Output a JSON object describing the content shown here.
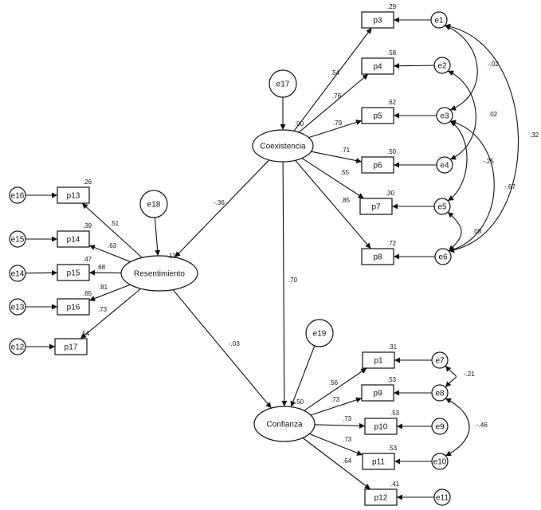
{
  "latent": [
    {
      "id": "Coexistencia",
      "label": "Coexistencia",
      "r2": ".00"
    },
    {
      "id": "Resentimiento",
      "label": "Resentimiento",
      "r2": ".13"
    },
    {
      "id": "Confianza",
      "label": "Confianza",
      "r2": ".50"
    }
  ],
  "observed": [
    {
      "id": "p3",
      "label": "p3",
      "r2": ".29"
    },
    {
      "id": "p4",
      "label": "p4",
      "r2": ".58"
    },
    {
      "id": "p5",
      "label": "p5",
      "r2": ".62"
    },
    {
      "id": "p6",
      "label": "p6",
      "r2": ".50"
    },
    {
      "id": "p7",
      "label": "p7",
      "r2": ".30"
    },
    {
      "id": "p8",
      "label": "p8",
      "r2": ".72"
    },
    {
      "id": "p13",
      "label": "p13",
      "r2": ".26"
    },
    {
      "id": "p14",
      "label": "p14",
      "r2": ".39"
    },
    {
      "id": "p15",
      "label": "p15",
      "r2": ".47"
    },
    {
      "id": "p16",
      "label": "p16",
      "r2": ".65"
    },
    {
      "id": "p17",
      "label": "p17",
      "r2": ".54"
    },
    {
      "id": "p1",
      "label": "p1",
      "r2": ".31"
    },
    {
      "id": "p9",
      "label": "p9",
      "r2": ".53"
    },
    {
      "id": "p10",
      "label": "p10",
      "r2": ".53"
    },
    {
      "id": "p11",
      "label": "p11",
      "r2": ".53"
    },
    {
      "id": "p12",
      "label": "p12",
      "r2": ".41"
    }
  ],
  "errors": [
    {
      "id": "e1",
      "label": "e1",
      "to": "p3"
    },
    {
      "id": "e2",
      "label": "e2",
      "to": "p4"
    },
    {
      "id": "e3",
      "label": "e3",
      "to": "p5"
    },
    {
      "id": "e4",
      "label": "e4",
      "to": "p6"
    },
    {
      "id": "e5",
      "label": "e5",
      "to": "p7"
    },
    {
      "id": "e6",
      "label": "e6",
      "to": "p8"
    },
    {
      "id": "e16",
      "label": "e16",
      "to": "p13"
    },
    {
      "id": "e15",
      "label": "e15",
      "to": "p14"
    },
    {
      "id": "e14",
      "label": "e14",
      "to": "p15"
    },
    {
      "id": "e13",
      "label": "e13",
      "to": "p16"
    },
    {
      "id": "e12",
      "label": "e12",
      "to": "p17"
    },
    {
      "id": "e7",
      "label": "e7",
      "to": "p1"
    },
    {
      "id": "e8",
      "label": "e8",
      "to": "p9"
    },
    {
      "id": "e9",
      "label": "e9",
      "to": "p10"
    },
    {
      "id": "e10",
      "label": "e10",
      "to": "p11"
    },
    {
      "id": "e11",
      "label": "e11",
      "to": "p12"
    },
    {
      "id": "e17",
      "label": "e17",
      "to": "Coexistencia"
    },
    {
      "id": "e18",
      "label": "e18",
      "to": "Resentimiento"
    },
    {
      "id": "e19",
      "label": "e19",
      "to": "Confianza"
    }
  ],
  "paths": [
    {
      "from": "Coexistencia",
      "to": "p3",
      "value": ".54"
    },
    {
      "from": "Coexistencia",
      "to": "p4",
      "value": ".76"
    },
    {
      "from": "Coexistencia",
      "to": "p5",
      "value": ".79"
    },
    {
      "from": "Coexistencia",
      "to": "p6",
      "value": ".71"
    },
    {
      "from": "Coexistencia",
      "to": "p7",
      "value": ".55"
    },
    {
      "from": "Coexistencia",
      "to": "p8",
      "value": ".85"
    },
    {
      "from": "Coexistencia",
      "to": "Resentimiento",
      "value": "-.36"
    },
    {
      "from": "Coexistencia",
      "to": "Confianza",
      "value": ".70"
    },
    {
      "from": "Resentimiento",
      "to": "Confianza",
      "value": "-.03"
    },
    {
      "from": "Resentimiento",
      "to": "p13",
      "value": ".51"
    },
    {
      "from": "Resentimiento",
      "to": "p14",
      "value": ".63"
    },
    {
      "from": "Resentimiento",
      "to": "p15",
      "value": ".68"
    },
    {
      "from": "Resentimiento",
      "to": "p16",
      "value": ".81"
    },
    {
      "from": "Resentimiento",
      "to": "p17",
      "value": ".73"
    },
    {
      "from": "Confianza",
      "to": "p1",
      "value": ".56"
    },
    {
      "from": "Confianza",
      "to": "p9",
      "value": ".73"
    },
    {
      "from": "Confianza",
      "to": "p10",
      "value": ".73"
    },
    {
      "from": "Confianza",
      "to": "p11",
      "value": ".73"
    },
    {
      "from": "Confianza",
      "to": "p12",
      "value": ".64"
    }
  ],
  "covariances": [
    {
      "a": "e1",
      "b": "e3",
      "value": "-.02"
    },
    {
      "a": "e2",
      "b": "e4",
      "value": ".02"
    },
    {
      "a": "e1",
      "b": "e6",
      "value": ".32"
    },
    {
      "a": "e3",
      "b": "e5",
      "value": "-.25"
    },
    {
      "a": "e3",
      "b": "e6",
      "value": "-.67"
    },
    {
      "a": "e5",
      "b": "e6",
      "value": ".08"
    },
    {
      "a": "e7",
      "b": "e8",
      "value": "-.21"
    },
    {
      "a": "e8",
      "b": "e10",
      "value": "-.46"
    }
  ]
}
